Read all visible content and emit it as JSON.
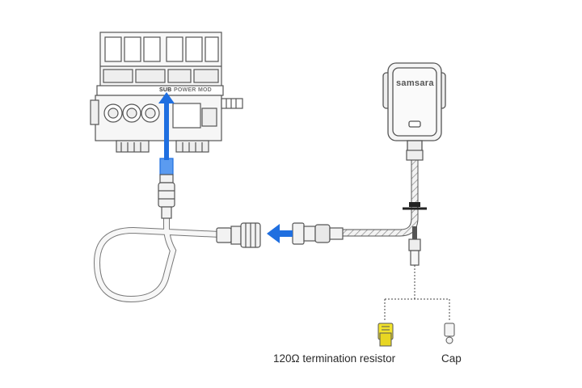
{
  "module": {
    "ports": [
      "SUB",
      "POWER",
      "MOD"
    ]
  },
  "gateway": {
    "brand": "samsara"
  },
  "labels": {
    "termination_resistor": "120Ω termination resistor",
    "cap": "Cap"
  },
  "colors": {
    "arrow": "#1f6fe0",
    "connector_highlight": "#5b9bf0",
    "resistor": "#f2e32c",
    "line": "#555555"
  },
  "icons": [
    "arrow-up-icon",
    "arrow-left-icon"
  ]
}
